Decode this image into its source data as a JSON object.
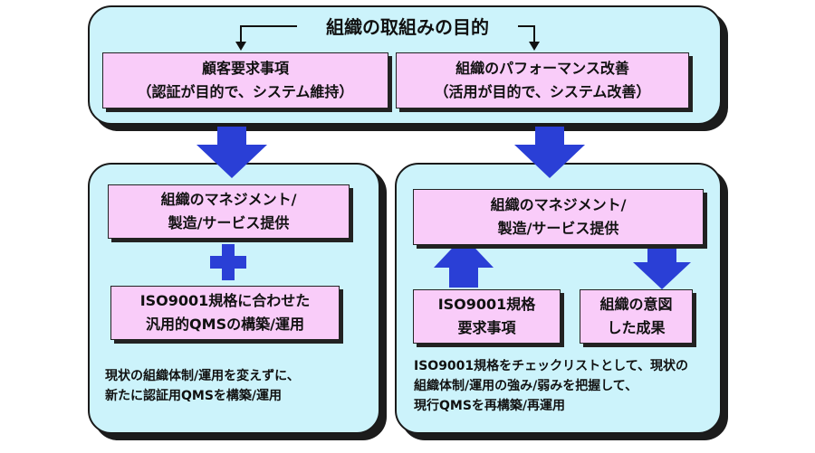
{
  "top": {
    "title": "組織の取組みの目的",
    "left_box": {
      "line1": "顧客要求事項",
      "line2": "（認証が目的で、システム維持）"
    },
    "right_box": {
      "line1": "組織のパフォーマンス改善",
      "line2": "（活用が目的で、システム改善）"
    }
  },
  "left_panel": {
    "mgmt_box": {
      "line1": "組織のマネジメント/",
      "line2": "製造/サービス提供"
    },
    "qms_box": {
      "line1": "ISO9001規格に合わせた",
      "line2": "汎用的QMSの構築/運用"
    },
    "note": {
      "line1": "現状の組織体制/運用を変えずに、",
      "line2": "新たに認証用QMSを構築/運用"
    }
  },
  "right_panel": {
    "mgmt_box": {
      "line1": "組織のマネジメント/",
      "line2": "製造/サービス提供"
    },
    "req_box": {
      "line1": "ISO9001規格",
      "line2": "要求事項"
    },
    "result_box": {
      "line1": "組織の意図",
      "line2": "した成果"
    },
    "note": {
      "line1": "ISO9001規格をチェックリストとして、現状の",
      "line2": "組織体制/運用の強み/弱みを把握して、",
      "line3": "現行QMSを再構築/再運用"
    }
  },
  "colors": {
    "panel_fill": "#ccf3fb",
    "box_fill": "#f9ccf9",
    "arrow_fill": "#2a3fd6"
  }
}
